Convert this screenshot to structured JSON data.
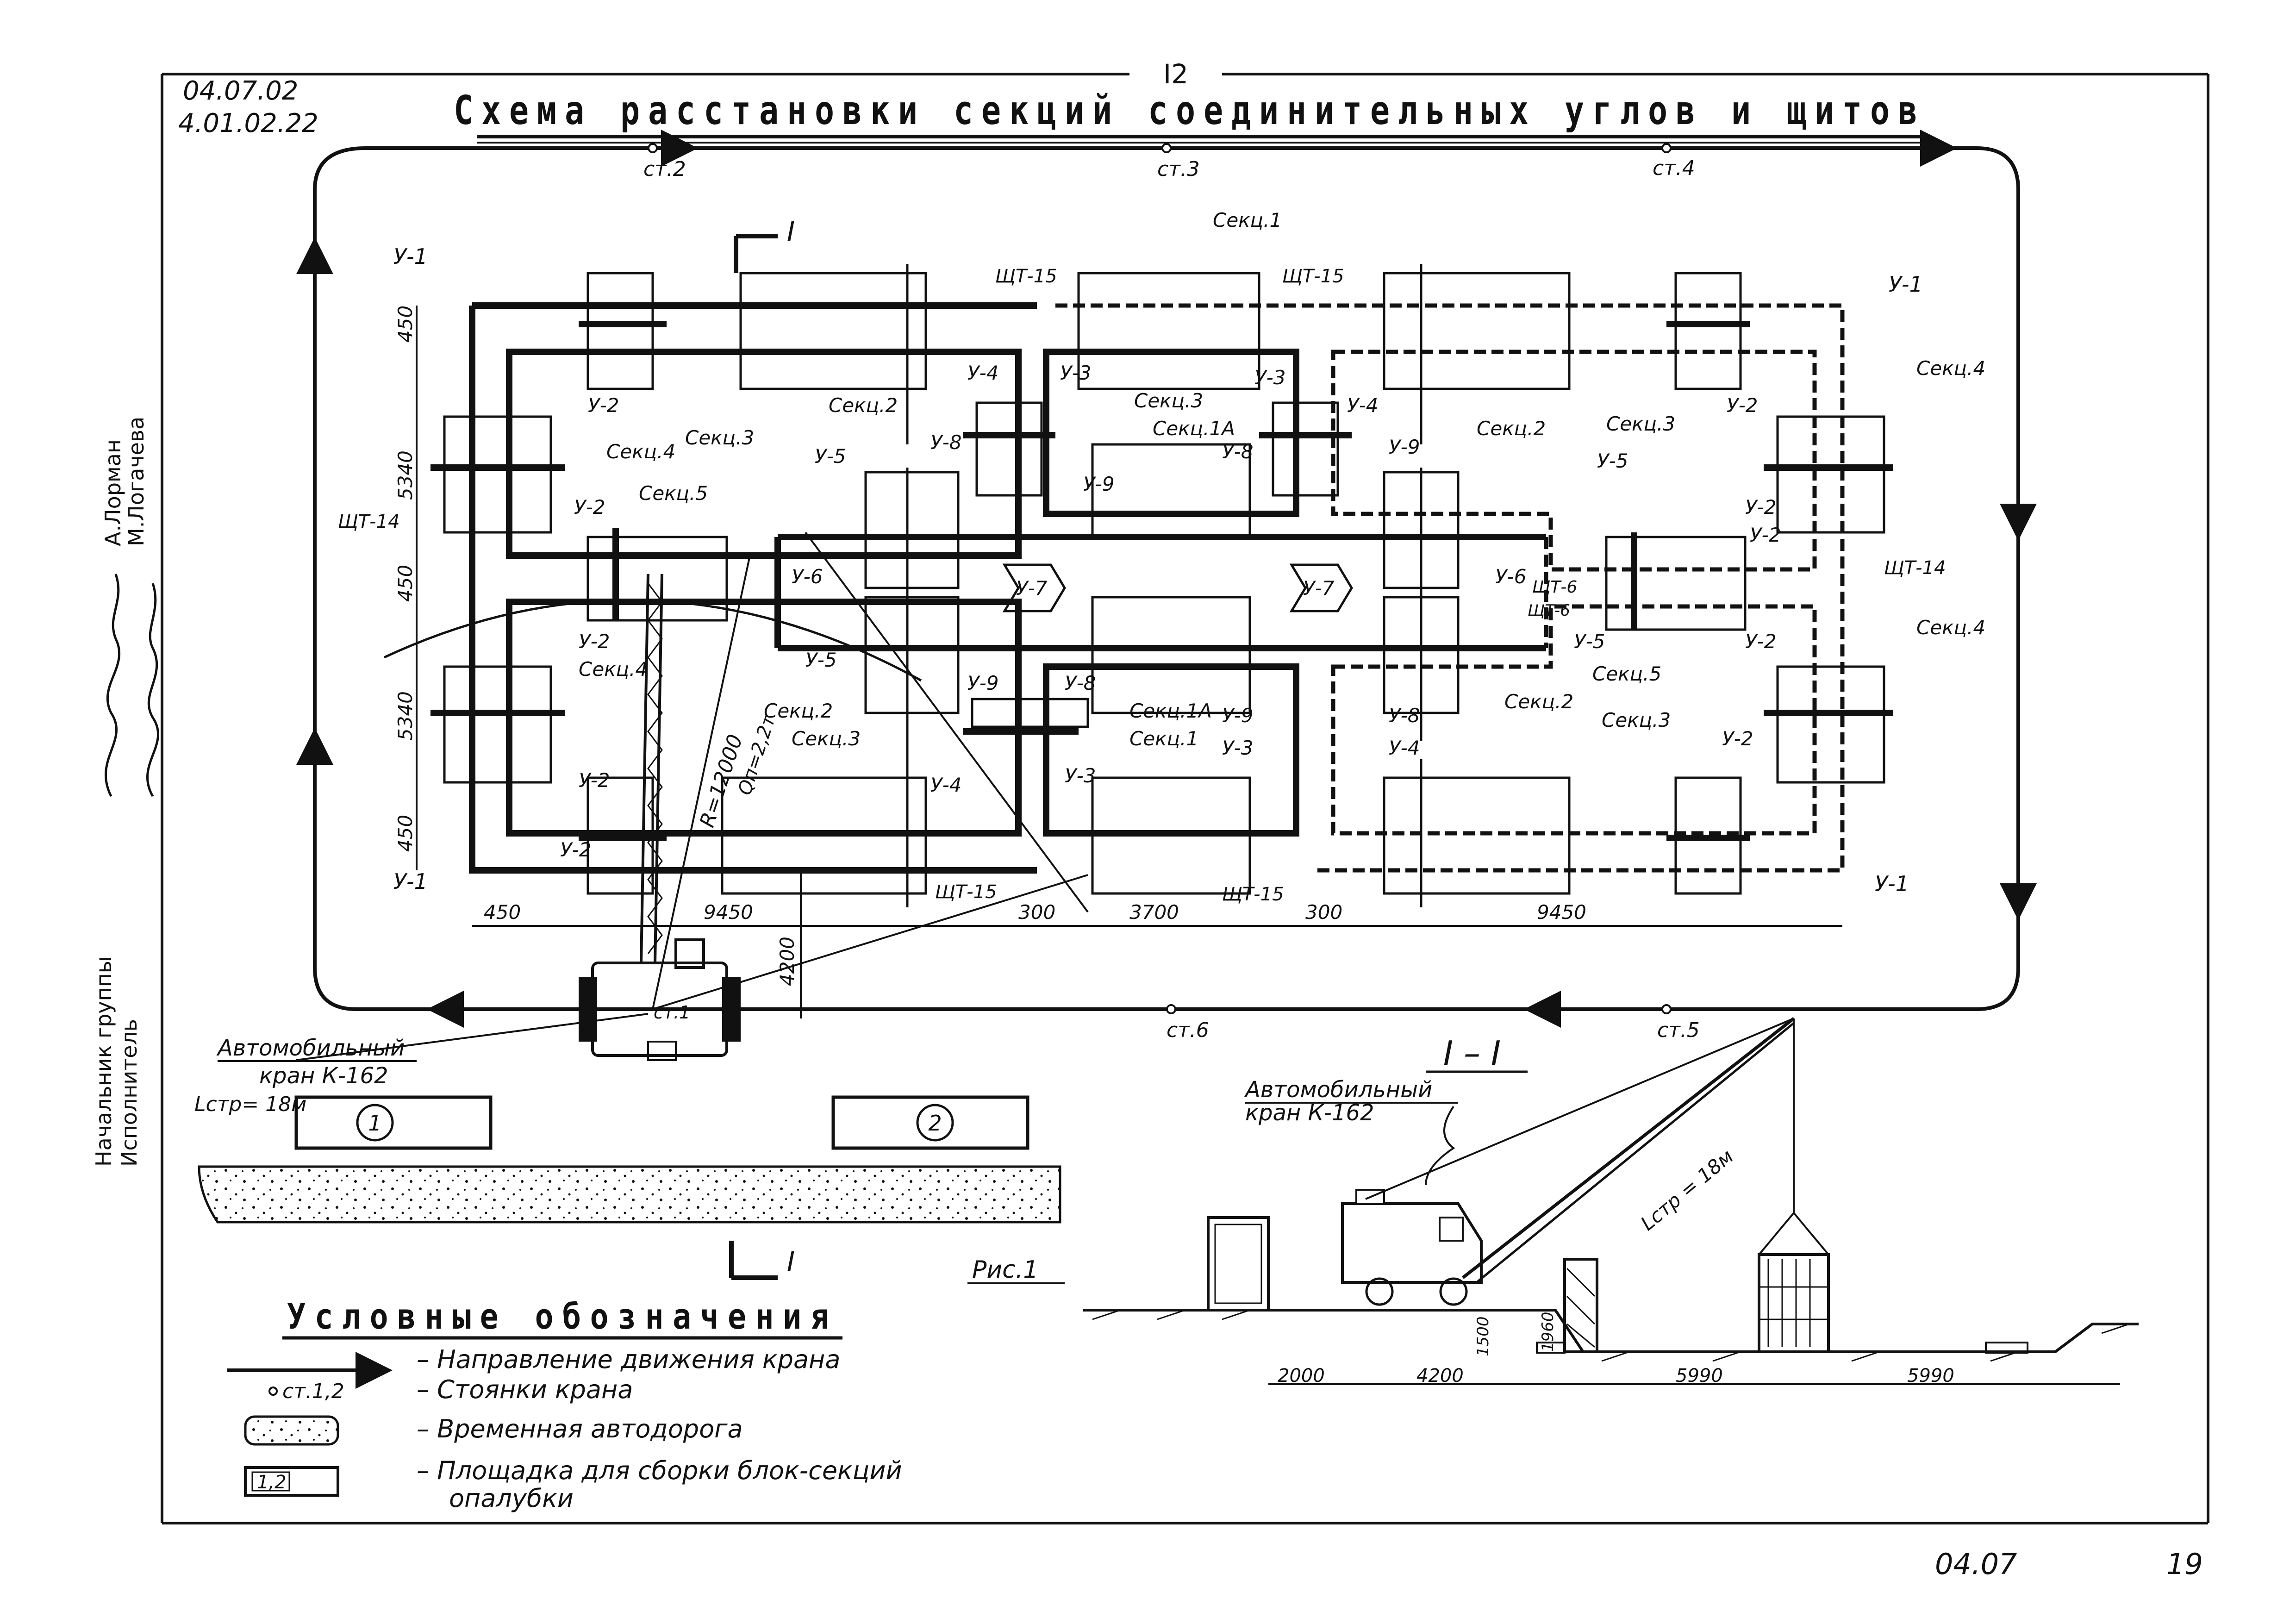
{
  "sheet": {
    "page_number_top": "I2",
    "codes": [
      "04.07.02",
      "4.01.02.22"
    ],
    "title": "Схема расстановки секций соединительных углов и щитов",
    "footer_code": "04.07",
    "footer_page": "19",
    "roles": [
      "Начальник группы",
      "Исполнитель"
    ],
    "names": [
      "А.Лорман",
      "М.Логачева"
    ]
  },
  "crane_stops": {
    "top": [
      "ст.2",
      "ст.3",
      "ст.4"
    ],
    "bottom": [
      "ст.6",
      "ст.5"
    ],
    "crane": "ст.1"
  },
  "section_mark": {
    "label": "I",
    "cut_label": "I – I"
  },
  "plan_labels": {
    "corners": [
      "У-1",
      "У-1",
      "У-1",
      "У-1"
    ],
    "shields": [
      "ЩТ-15",
      "ЩТ-15",
      "ЩТ-15",
      "ЩТ-15",
      "ЩТ-14",
      "ЩТ-14",
      "ЩТ-6"
    ],
    "sections": [
      "Секц.1",
      "Секц.3",
      "Секц.2",
      "Секц.3",
      "Секц.1А",
      "Секц.2",
      "Секц.3",
      "Секц.4",
      "Секц.4",
      "Секц.5",
      "Секц.4",
      "Секц.2",
      "Секц.3",
      "Секц.1А",
      "Секц.1",
      "Секц.2",
      "Секц.5",
      "Секц.3",
      "Секц.4"
    ],
    "joints": [
      "У-2",
      "У-4",
      "У-3",
      "У-3",
      "У-4",
      "У-2",
      "У-5",
      "У-8",
      "У-9",
      "У-8",
      "У-9",
      "У-5",
      "У-2",
      "У-2",
      "У-6",
      "У-7",
      "У-7",
      "У-6",
      "ЩТ-6",
      "У-2",
      "У-5",
      "У-9",
      "У-8",
      "У-9",
      "У-8",
      "У-2",
      "У-2",
      "У-4",
      "У-3",
      "У-3",
      "У-4",
      "У-2",
      "У-5",
      "У-2",
      "У-2"
    ],
    "radius": "R=12000",
    "q": "Qп=2,2т"
  },
  "dimensions": {
    "vertical": [
      "450",
      "5340",
      "450",
      "5340",
      "450"
    ],
    "horizontal": [
      "450",
      "9450",
      "300",
      "3700",
      "300",
      "9450"
    ],
    "offset": "4200"
  },
  "crane_label": {
    "line1": "Автомобильный",
    "line2": "кран К-162",
    "boom": "Lстр= 18м"
  },
  "platforms": [
    "1",
    "2"
  ],
  "fig_label": "Рис.1",
  "section_view": {
    "crane_line1": "Автомобильный",
    "crane_line2": "кран К-162",
    "boom": "Lстр = 18м",
    "dims": [
      "2000",
      "4200",
      "5990",
      "5990"
    ],
    "vdims": [
      "1500",
      "1960"
    ]
  },
  "legend": {
    "title": "Условные обозначения",
    "items": [
      {
        "symbol": "arrow",
        "text": "– Направление движения крана"
      },
      {
        "symbol": "stop",
        "symbol_text": "ст.1,2",
        "text": "– Стоянки крана"
      },
      {
        "symbol": "road",
        "text": "– Временная автодорога"
      },
      {
        "symbol": "box",
        "symbol_text": "1,2",
        "text": "– Площадка для сборки блок-секций",
        "text2": "опалубки"
      }
    ]
  }
}
